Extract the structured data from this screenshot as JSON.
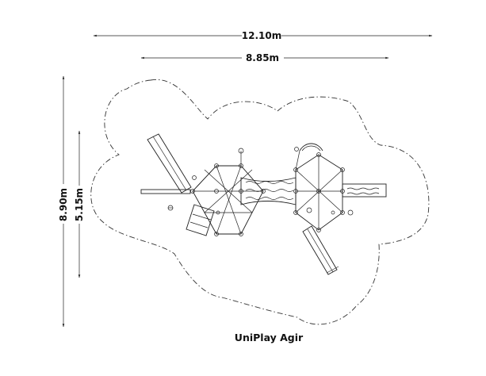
{
  "dimensions": {
    "overall_width": "12.10m",
    "structure_width": "8.85m",
    "overall_depth": "8.90m",
    "structure_depth": "5.15m"
  },
  "title": "UniPlay Agir"
}
